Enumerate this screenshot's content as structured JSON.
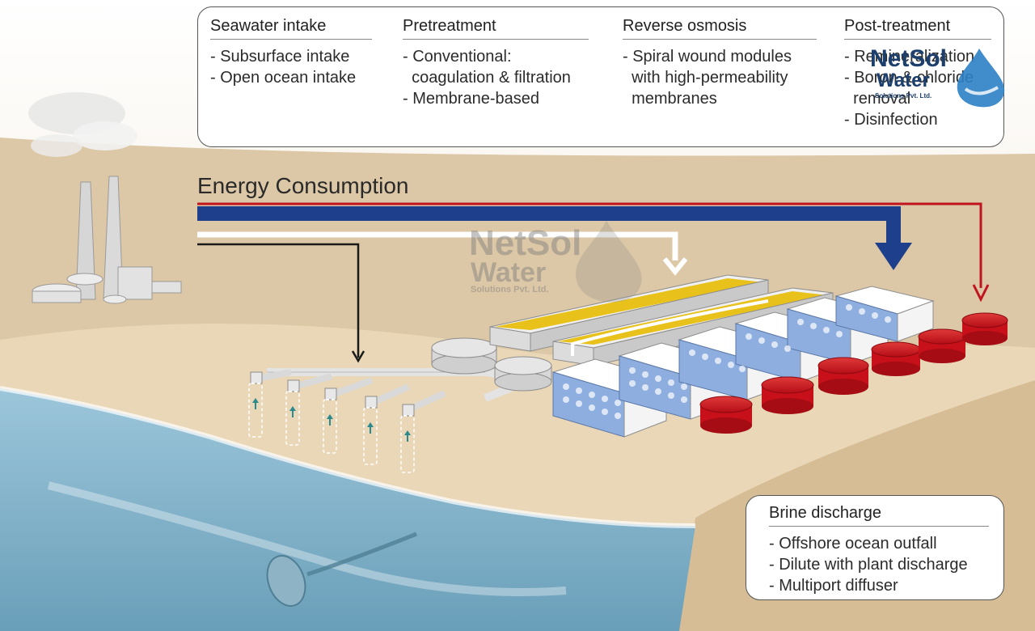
{
  "panel": {
    "columns": [
      {
        "title": "Seawater intake",
        "items": [
          "- Subsurface intake",
          "- Open ocean intake"
        ]
      },
      {
        "title": "Pretreatment",
        "items": [
          "- Conventional:",
          "  coagulation & filtration",
          "- Membrane-based"
        ]
      },
      {
        "title": "Reverse osmosis",
        "items": [
          "- Spiral wound modules",
          "  with high-permeability",
          "  membranes"
        ]
      },
      {
        "title": "Post-treatment",
        "items": [
          "- Remineralization",
          "- Boron & chloride",
          "  removal",
          "- Disinfection"
        ]
      }
    ]
  },
  "energy": {
    "title": "Energy Consumption",
    "arrow_colors": {
      "red": "#c0141e",
      "blue": "#1e3f8c",
      "white": "#ffffff",
      "black": "#1a1a1a"
    }
  },
  "brine": {
    "title": "Brine discharge",
    "items": [
      "- Offshore ocean outfall",
      "- Dilute with plant discharge",
      "- Multiport diffuser"
    ]
  },
  "logo": {
    "line1": "NetSol",
    "line2": "Water",
    "line3": "Solutions Pvt. Ltd."
  },
  "colors": {
    "sand": "#e8d6b8",
    "sea": "#7fb1c9",
    "tank_red": "#c8101a",
    "building_blue": "#8faee0",
    "filter_yellow": "#e8c21a"
  }
}
